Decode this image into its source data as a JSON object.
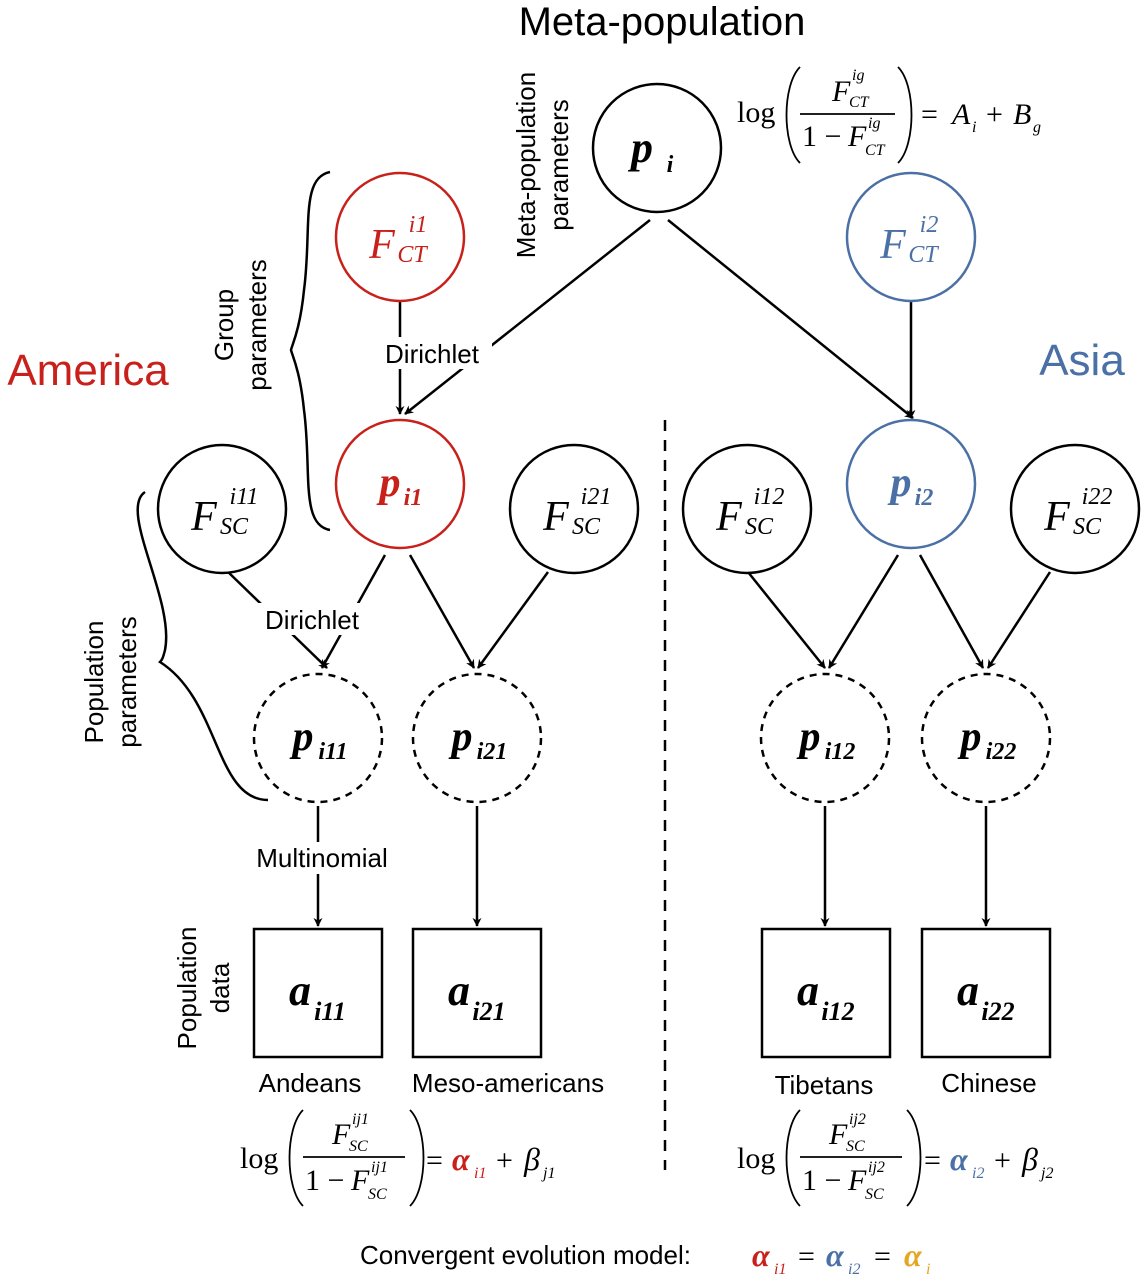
{
  "colors": {
    "america": "#c8201a",
    "asia": "#4a70a5",
    "meta": "#e6a623",
    "black": "#000000",
    "grey_arrow": "#d9d9d9"
  },
  "title": "Meta-population",
  "regions": {
    "america": "America",
    "asia": "Asia"
  },
  "side_labels": {
    "meta_params_line1": "Meta-population",
    "meta_params_line2": "parameters",
    "group_params_line1": "Group",
    "group_params_line2": "parameters",
    "pop_params_line1": "Population",
    "pop_params_line2": "parameters",
    "pop_data_line1": "Population",
    "pop_data_line2": "data"
  },
  "edge_labels": {
    "dirichlet_group": "Dirichlet",
    "dirichlet_pop": "Dirichlet",
    "multinomial": "Multinomial"
  },
  "nodes": {
    "p_i": {
      "base": "p",
      "sub": "i"
    },
    "fct_i1": {
      "base": "F",
      "sup": "i1",
      "sub": "CT"
    },
    "fct_i2": {
      "base": "F",
      "sup": "i2",
      "sub": "CT"
    },
    "p_i1": {
      "base": "p",
      "sub": "i1"
    },
    "p_i2": {
      "base": "p",
      "sub": "i2"
    },
    "fsc_i11": {
      "base": "F",
      "sup": "i11",
      "sub": "SC"
    },
    "fsc_i21": {
      "base": "F",
      "sup": "i21",
      "sub": "SC"
    },
    "fsc_i12": {
      "base": "F",
      "sup": "i12",
      "sub": "SC"
    },
    "fsc_i22": {
      "base": "F",
      "sup": "i22",
      "sub": "SC"
    },
    "p_i11": {
      "base": "p",
      "sub": "i11"
    },
    "p_i21": {
      "base": "p",
      "sub": "i21"
    },
    "p_i12": {
      "base": "p",
      "sub": "i12"
    },
    "p_i22": {
      "base": "p",
      "sub": "i22"
    },
    "a_i11": {
      "base": "a",
      "sub": "i11"
    },
    "a_i21": {
      "base": "a",
      "sub": "i21"
    },
    "a_i12": {
      "base": "a",
      "sub": "i12"
    },
    "a_i22": {
      "base": "a",
      "sub": "i22"
    }
  },
  "populations": {
    "andeans": "Andeans",
    "mesoamericans": "Meso-americans",
    "tibetans": "Tibetans",
    "chinese": "Chinese"
  },
  "formulas": {
    "top": {
      "log": "log",
      "num_base": "F",
      "num_sup": "ig",
      "num_sub": "CT",
      "den_prefix": "1 − ",
      "den_base": "F",
      "den_sup": "ig",
      "den_sub": "CT",
      "eq": "=",
      "A": "A",
      "A_sub": "i",
      "plus": "+",
      "B": "B",
      "B_sub": "g"
    },
    "left": {
      "log": "log",
      "num_base": "F",
      "num_sup": "ij1",
      "num_sub": "SC",
      "den_prefix": "1 − ",
      "den_base": "F",
      "den_sup": "ij1",
      "den_sub": "SC",
      "eq": "=",
      "alpha": "α",
      "alpha_sub": "i1",
      "plus": "+",
      "beta": "β",
      "beta_sub": "j1"
    },
    "right": {
      "log": "log",
      "num_base": "F",
      "num_sup": "ij2",
      "num_sub": "SC",
      "den_prefix": "1 − ",
      "den_base": "F",
      "den_sup": "ij2",
      "den_sub": "SC",
      "eq": "=",
      "alpha": "α",
      "alpha_sub": "i2",
      "plus": "+",
      "beta": "β",
      "beta_sub": "j2"
    }
  },
  "footer": {
    "label": "Convergent evolution model:",
    "alpha1": "α",
    "alpha1_sub": "i1",
    "eq1": "=",
    "alpha2": "α",
    "alpha2_sub": "i2",
    "eq2": "=",
    "alpha3": "α",
    "alpha3_sub": "i"
  }
}
